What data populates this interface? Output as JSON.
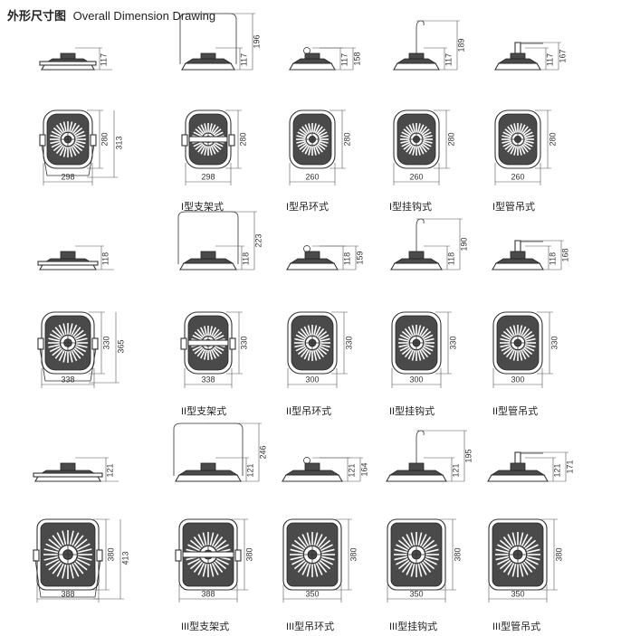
{
  "title": {
    "zh": "外形尺寸图",
    "en": "Overall Dimension Drawing"
  },
  "rows": [
    {
      "side_heights": [
        "117",
        "196",
        "158",
        "189",
        "167"
      ],
      "base_height": "117",
      "front_heights": [
        "280",
        "280",
        "280",
        "280",
        "280"
      ],
      "front_outer_height": "313",
      "widths": [
        "298",
        "298",
        "260",
        "260",
        "260"
      ],
      "labels": [
        "",
        "I型支架式",
        "I型吊环式",
        "I型挂钩式",
        "I型管吊式"
      ]
    },
    {
      "side_heights": [
        "118",
        "223",
        "159",
        "190",
        "168"
      ],
      "base_height": "118",
      "front_heights": [
        "330",
        "330",
        "330",
        "330",
        "330"
      ],
      "front_outer_height": "365",
      "widths": [
        "338",
        "338",
        "300",
        "300",
        "300"
      ],
      "labels": [
        "",
        "II型支架式",
        "II型吊环式",
        "II型挂钩式",
        "II型管吊式"
      ]
    },
    {
      "side_heights": [
        "121",
        "246",
        "164",
        "195",
        "171"
      ],
      "base_height": "121",
      "front_heights": [
        "380",
        "380",
        "380",
        "380",
        "380"
      ],
      "front_outer_height": "413",
      "widths": [
        "388",
        "388",
        "350",
        "350",
        "350"
      ],
      "labels": [
        "",
        "III型支架式",
        "III型吊环式",
        "III型挂钩式",
        "III型管吊式"
      ]
    }
  ]
}
